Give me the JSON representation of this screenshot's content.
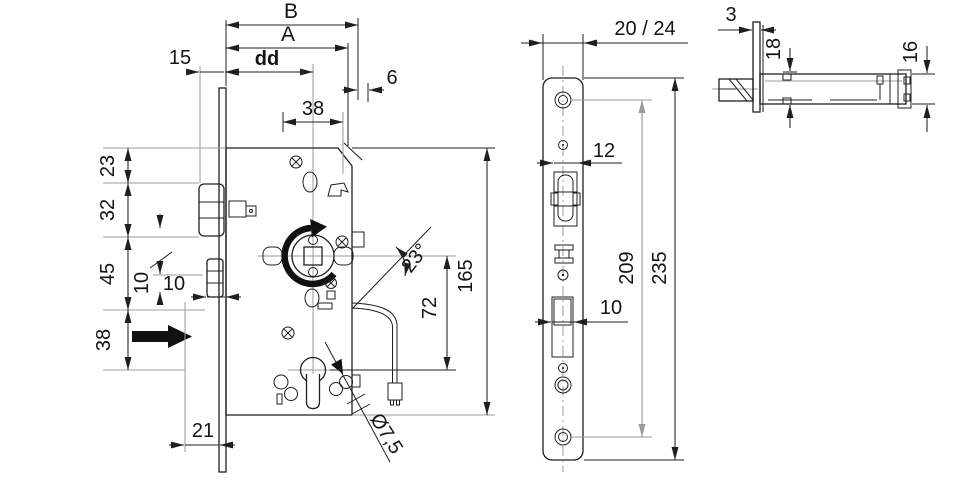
{
  "left_view": {
    "dims": {
      "b": "B",
      "a": "A",
      "dd": "dd",
      "latch_projection": "15",
      "gap": "6",
      "hub_width": "38",
      "d23": "23",
      "d32": "32",
      "d45": "45",
      "d10_vertical": "10",
      "deadbolt_throw": "10",
      "d38": "38",
      "d21": "21",
      "handle_angle": "23°",
      "axis_distance": "72",
      "case_height": "165",
      "hole_diameter": "Ø7,5"
    }
  },
  "faceplate_view": {
    "dims": {
      "plate_width": "20 / 24",
      "latch_cutout_width": "12",
      "deadbolt_cutout_width": "10",
      "screw_spacing": "209",
      "plate_length": "235"
    }
  },
  "top_view": {
    "dims": {
      "plate_thickness": "3",
      "depth": "18",
      "case_thickness": "16"
    }
  },
  "colors": {
    "line": "#1f1f1f",
    "aux": "#9b9b9b",
    "background": "#ffffff"
  }
}
